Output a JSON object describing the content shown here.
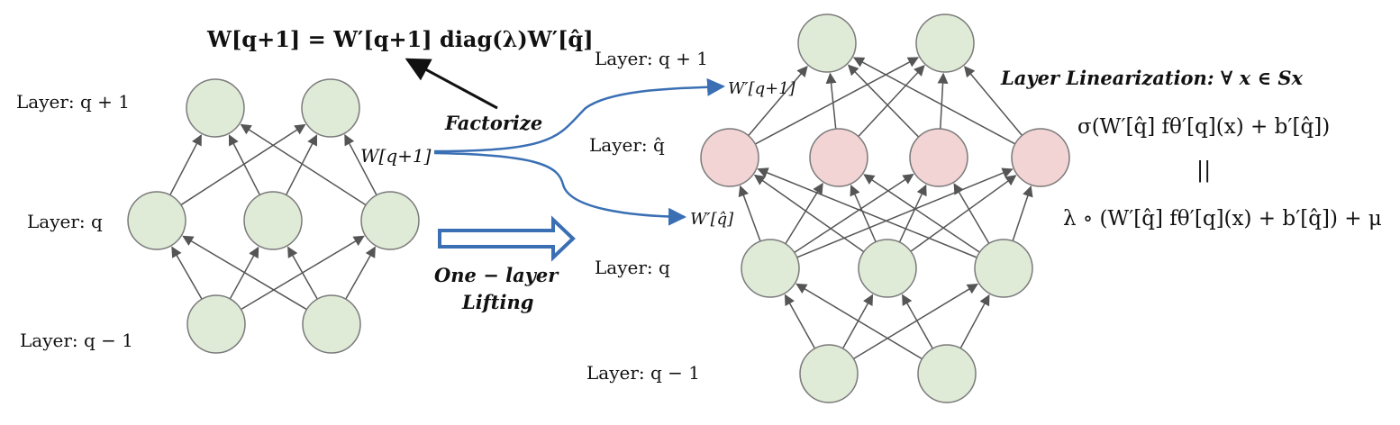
{
  "left_network": {
    "labels": {
      "layer_q_plus_1": "Layer: q + 1",
      "layer_q": "Layer: q",
      "layer_q_minus_1": "Layer: q − 1"
    },
    "weight_label": "W[q+1]"
  },
  "right_network": {
    "labels": {
      "layer_q_plus_1": "Layer: q + 1",
      "layer_q_hat": "Layer: q̂",
      "layer_q": "Layer: q",
      "layer_q_minus_1": "Layer: q − 1"
    },
    "upper_weight_label": "W′[q+1]",
    "lower_weight_label": "W′[q̂]"
  },
  "factorize": {
    "equation": "W[q+1] = W′[q+1] diag(λ)W′[q̂]",
    "label": "Factorize"
  },
  "lifting": {
    "line1": "One − layer",
    "line2": "Lifting"
  },
  "linearization": {
    "title": "Layer Linearization: ∀ x ∈ Sx",
    "equation_top": "σ(W′[q̂] fθ′[q](x) + b′[q̂])",
    "equality": "||",
    "equation_bottom": "λ ∘ (W′[q̂] fθ′[q](x) + b′[q̂]) + μ"
  },
  "colors": {
    "node_green": "#dfead7",
    "node_red": "#f3d4d4",
    "node_stroke": "#7a7a7a",
    "edge": "#555555",
    "accent_blue": "#3a6fb4"
  }
}
